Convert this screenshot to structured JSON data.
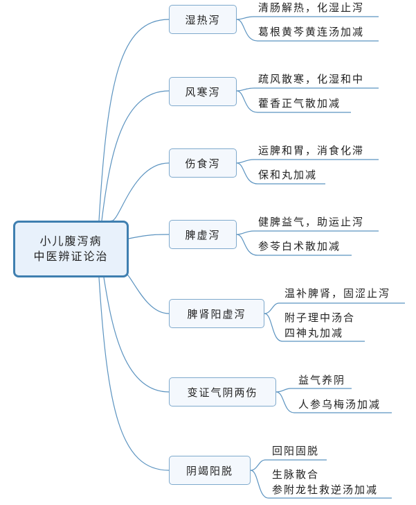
{
  "root": {
    "line1": "小儿腹泻病",
    "line2": "中医辨证论治"
  },
  "colors": {
    "line": "#5b93c0",
    "root_border": "#3f7fb0",
    "root_fill": "#e8f1fb",
    "branch_border": "#7ea9cc",
    "branch_fill": "#f4f8fd"
  },
  "branches": [
    {
      "label": "湿热泻",
      "leaves": [
        {
          "lines": [
            "清肠解热，化湿止泻"
          ]
        },
        {
          "lines": [
            "葛根黄芩黄连汤加减"
          ]
        }
      ]
    },
    {
      "label": "风寒泻",
      "leaves": [
        {
          "lines": [
            "疏风散寒，化湿和中"
          ]
        },
        {
          "lines": [
            "藿香正气散加减"
          ]
        }
      ]
    },
    {
      "label": "伤食泻",
      "leaves": [
        {
          "lines": [
            "运脾和胃，消食化滞"
          ]
        },
        {
          "lines": [
            "保和丸加减"
          ]
        }
      ]
    },
    {
      "label": "脾虚泻",
      "leaves": [
        {
          "lines": [
            "健脾益气，助运止泻"
          ]
        },
        {
          "lines": [
            "参苓白术散加减"
          ]
        }
      ]
    },
    {
      "label": "脾肾阳虚泻",
      "leaves": [
        {
          "lines": [
            "温补脾肾，固涩止泻"
          ]
        },
        {
          "lines": [
            "附子理中汤合",
            "四神丸加减"
          ]
        }
      ]
    },
    {
      "label": "变证气阴两伤",
      "leaves": [
        {
          "lines": [
            "益气养阴"
          ]
        },
        {
          "lines": [
            "人参乌梅汤加减"
          ]
        }
      ]
    },
    {
      "label": "阴竭阳脱",
      "leaves": [
        {
          "lines": [
            "回阳固脱"
          ]
        },
        {
          "lines": [
            "生脉散合",
            "参附龙牡救逆汤加减"
          ]
        }
      ]
    }
  ]
}
